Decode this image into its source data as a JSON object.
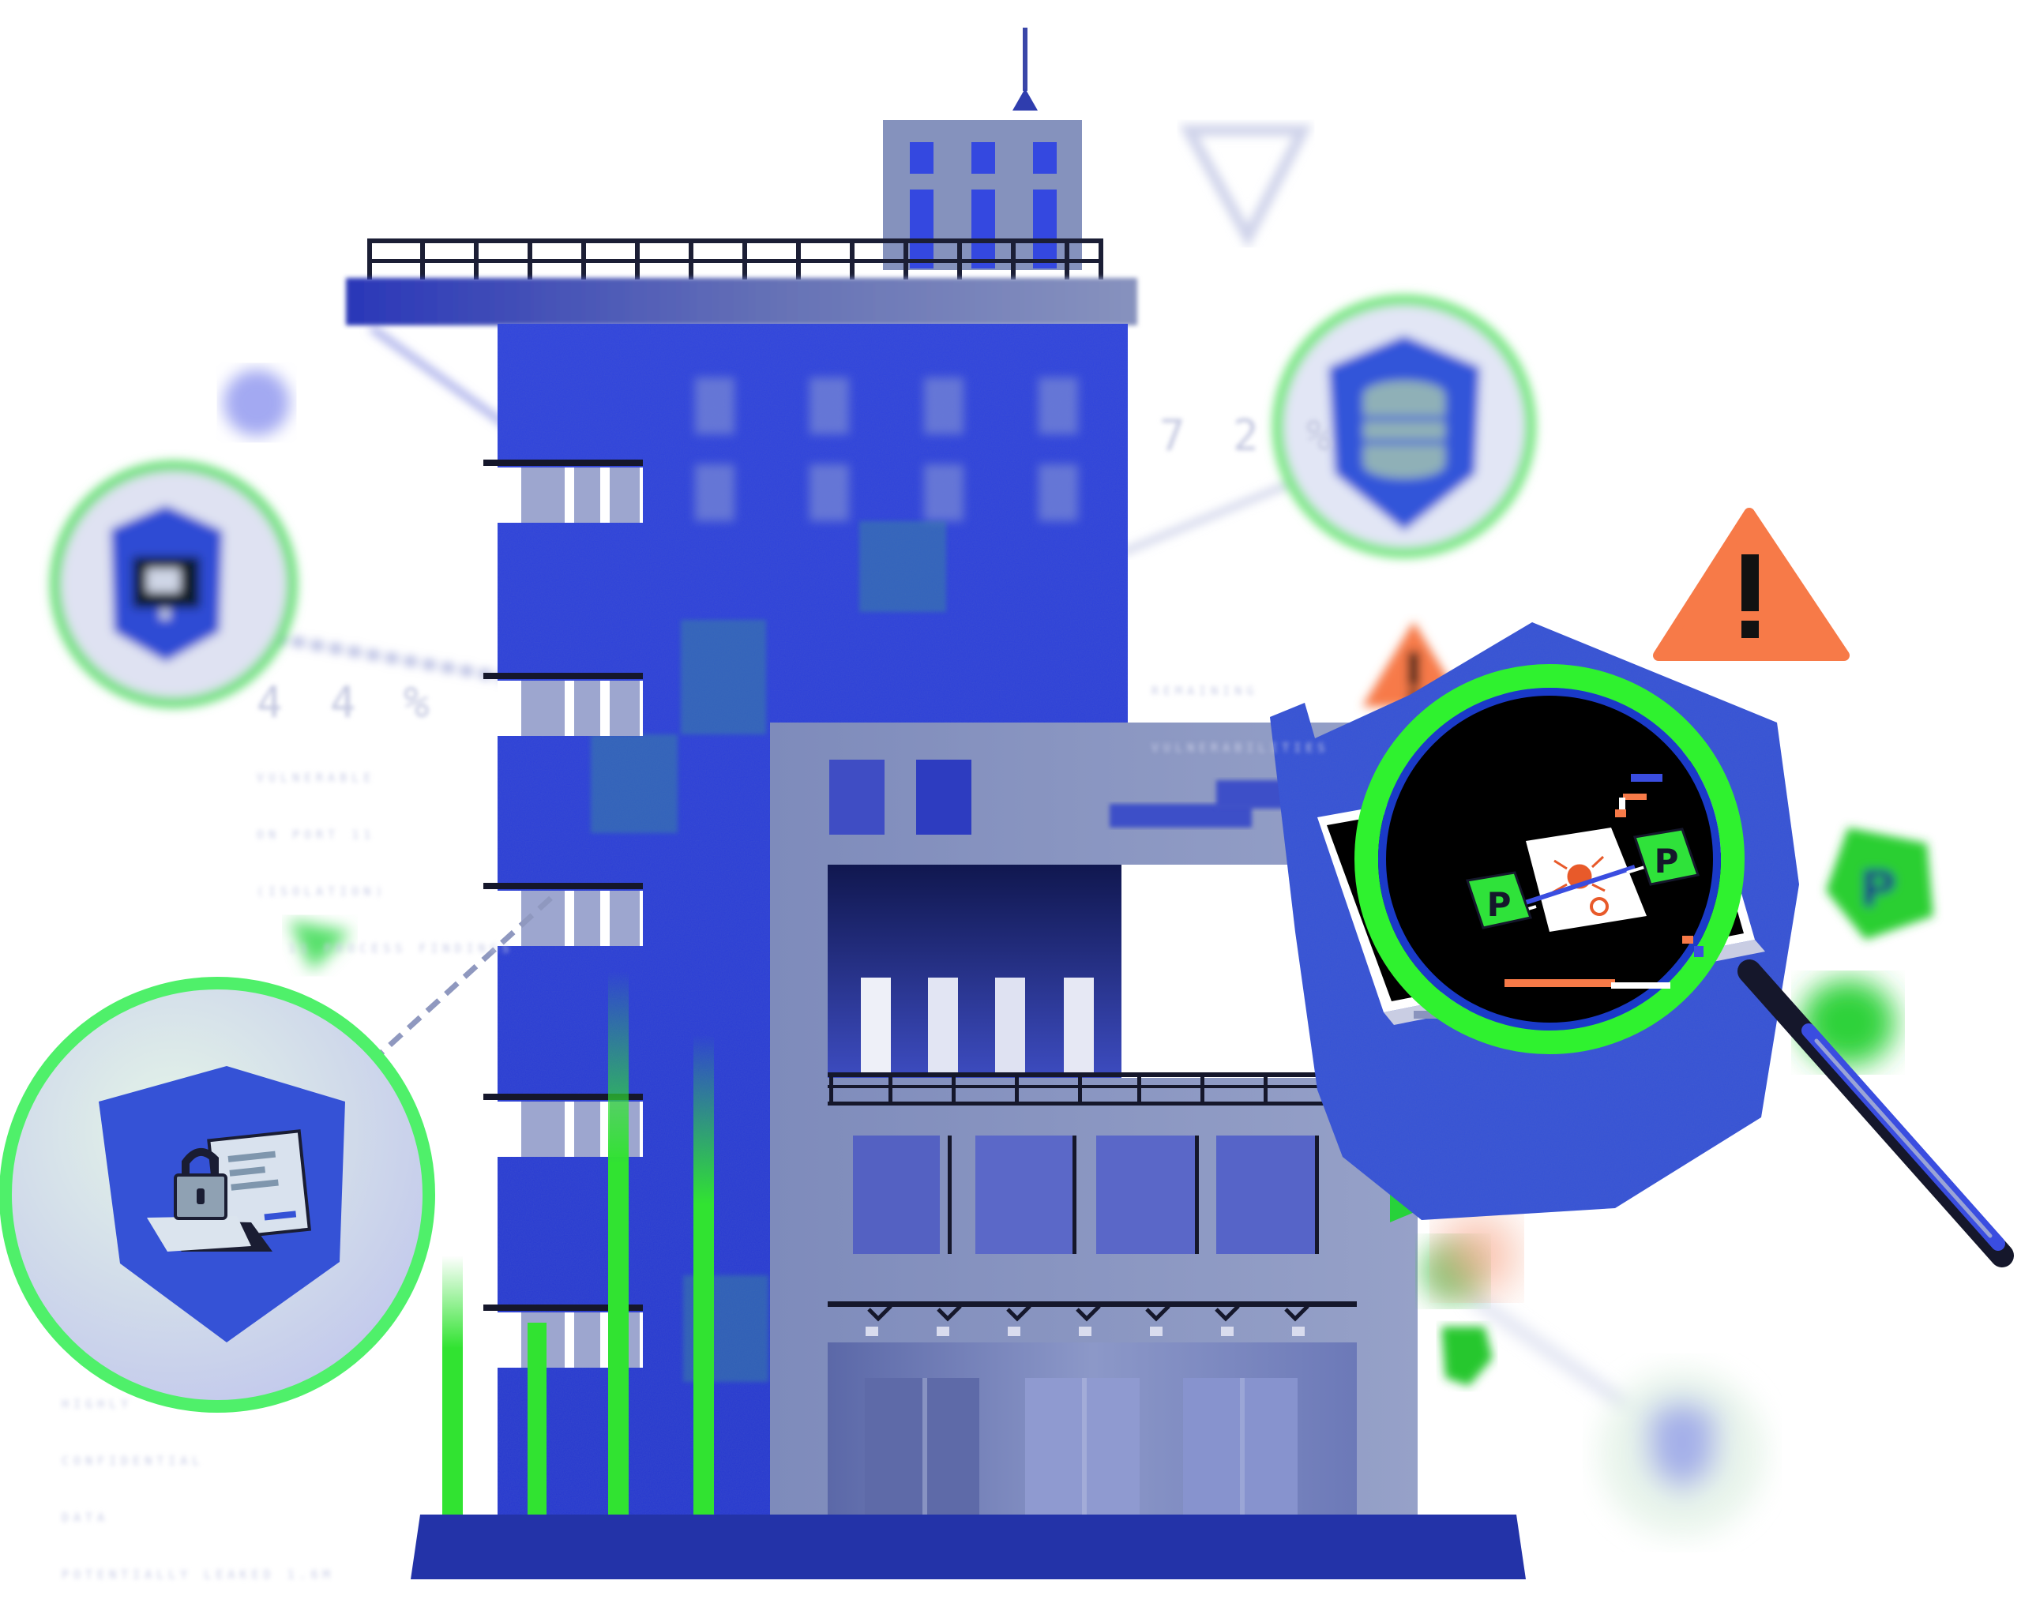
{
  "stats": {
    "left_percent": "4 4 %",
    "right_percent": "7 2 %"
  },
  "captions": {
    "left_block": [
      "VULNERABLE",
      "ON PORT 11",
      "(ISOLATION)",
      "11 PROCESS FINDINGS"
    ],
    "bottom_left_block": [
      "HIGHLY",
      "CONFIDENTIAL",
      "DATA",
      "POTENTIALLY LEAKED 1.6M"
    ],
    "right_block": [
      "REMAINING",
      "VULNERABILITIES"
    ]
  },
  "colors": {
    "building_blue": "#2b3ed8",
    "slate": "#8592bd",
    "navy": "#233198",
    "neon_green": "#2ff22f",
    "warning_orange": "#f77a48",
    "shield_blue": "#3553d4"
  },
  "icons": {
    "shield_folder_monitor": "monitor-folder-shield-icon",
    "shield_database": "database-shield-icon",
    "shield_lock_document": "lock-document-shield-icon",
    "warning_large": "warning-icon",
    "warning_small": "warning-icon",
    "magnifier": "magnifying-glass-icon",
    "bug": "bug-icon"
  },
  "badges": {
    "node_letter": "P"
  }
}
